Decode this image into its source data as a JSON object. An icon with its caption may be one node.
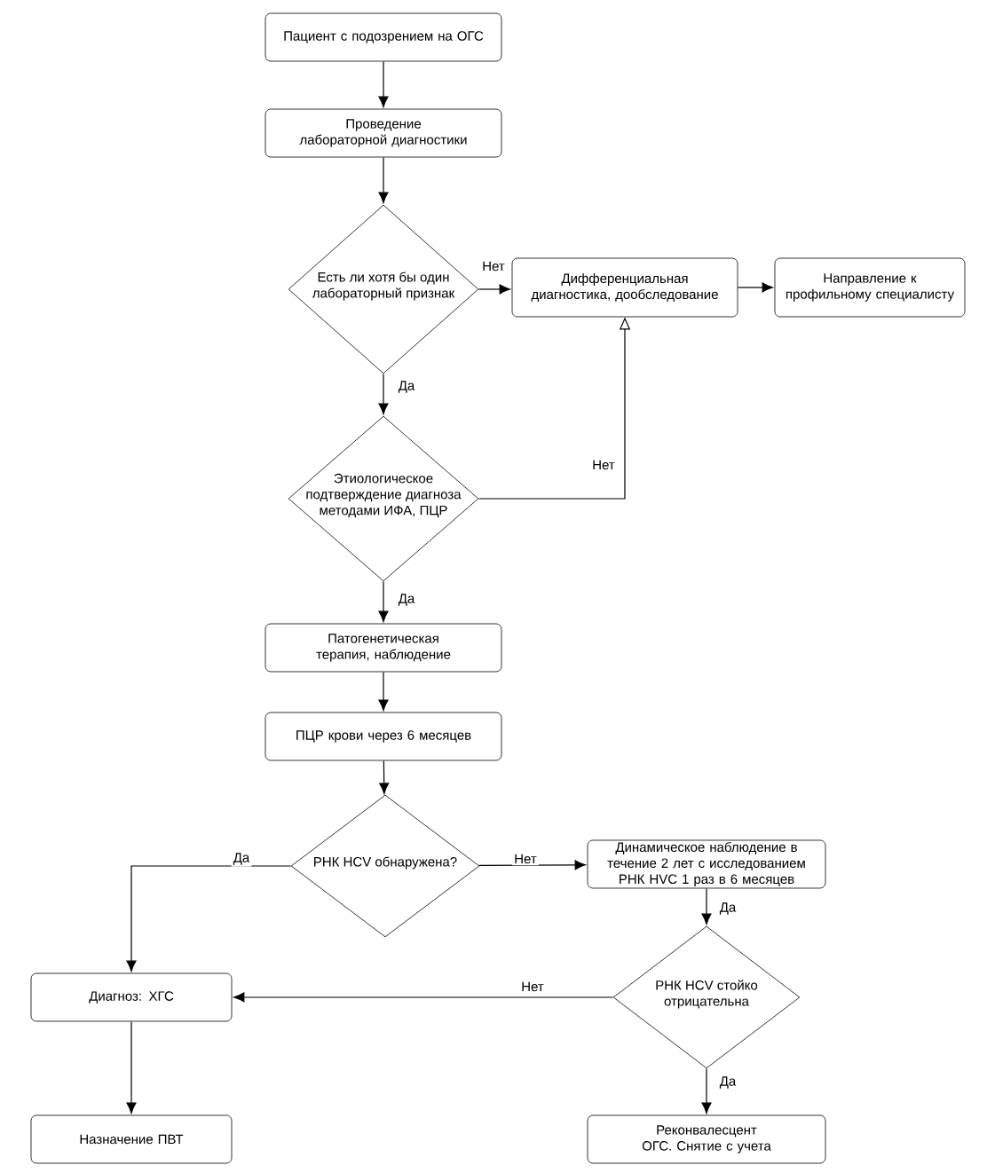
{
  "diagram": {
    "nodes": [
      {
        "text": [
          "Пациент с подозрением на ОГС"
        ]
      },
      {
        "text": [
          "Проведение лабораторной диагностики"
        ]
      },
      {
        "text": [
          "Есть ли хотя бы один лабораторный признак"
        ]
      },
      {
        "text": [
          "Дифференциальная диагностика, дообследование"
        ]
      },
      {
        "text": [
          "Направление к профильному специалисту"
        ]
      },
      {
        "text": [
          "Этиологическое подтверждение диагноза методами ИФА, ПЦР"
        ]
      },
      {
        "text": [
          "Патогенетическая терапия, наблюдение"
        ]
      },
      {
        "text": [
          "ПЦР крови через 6 месяцев"
        ]
      },
      {
        "text": [
          "РНК HCV обнаружена?"
        ]
      },
      {
        "text": [
          "Динамическое наблюдение в течение 2 лет с исследованием РНК HVC 1 раз в 6 месяцев"
        ]
      },
      {
        "text": [
          "РНК HCV стойко отрицательна"
        ]
      },
      {
        "text": [
          "Диагноз: ХГС"
        ]
      },
      {
        "text": [
          "Назначение ПВТ"
        ]
      },
      {
        "text": [
          "Реконвалесцент ОГС. Снятие с учета"
        ]
      }
    ],
    "edges": [
      {
        "from": 0,
        "to": 1,
        "arrow": "to"
      },
      {
        "from": 1,
        "to": 2,
        "arrow": "to"
      },
      {
        "from": 2,
        "to": 3,
        "arrow": "to",
        "label": "Нет"
      },
      {
        "from": 3,
        "to": 4,
        "arrow": "to"
      },
      {
        "from": 2,
        "to": 5,
        "arrow": "to",
        "label": "Да"
      },
      {
        "from": 5,
        "to": 3,
        "arrow": "to",
        "label": "Нет"
      },
      {
        "from": 5,
        "to": 6,
        "arrow": "to",
        "label": "Да"
      },
      {
        "from": 6,
        "to": 7,
        "arrow": "to"
      },
      {
        "from": 7,
        "to": 8,
        "arrow": "to"
      },
      {
        "from": 8,
        "to": 11,
        "arrow": "to",
        "label": "Да"
      },
      {
        "from": 8,
        "to": 9,
        "arrow": "to",
        "label": "Нет"
      },
      {
        "from": 9,
        "to": 10,
        "arrow": "to",
        "label": "Да"
      },
      {
        "from": 10,
        "to": 11,
        "arrow": "to",
        "label": "Нет"
      },
      {
        "from": 10,
        "to": 13,
        "arrow": "to",
        "label": "Да"
      },
      {
        "from": 11,
        "to": 12,
        "arrow": "to"
      }
    ]
  }
}
